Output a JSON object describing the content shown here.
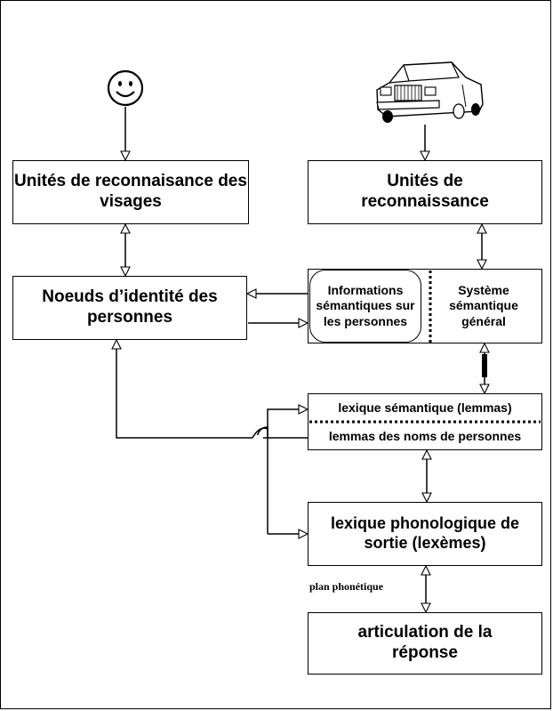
{
  "nodes": {
    "face_units": "Unités de reconnaisance des visages",
    "object_units": "Unités de reconnaissance",
    "person_identity_nodes": "Noeuds d’identité des personnes",
    "person_semantic_info": "Informations sémantiques sur les personnes",
    "general_semantic_system": "Système sémantique général",
    "semantic_lexicon": "lexique sémantique (lemmas)",
    "person_name_lemmas": "lemmas des noms de personnes",
    "phonological_output_lexicon": "lexique phonologique de sortie (lexèmes)",
    "response_articulation": "articulation de la réponse"
  },
  "labels": {
    "phonetic_plan": "plan phonétique"
  },
  "icons": {
    "face": "smiley-face-icon",
    "car": "car-icon"
  }
}
